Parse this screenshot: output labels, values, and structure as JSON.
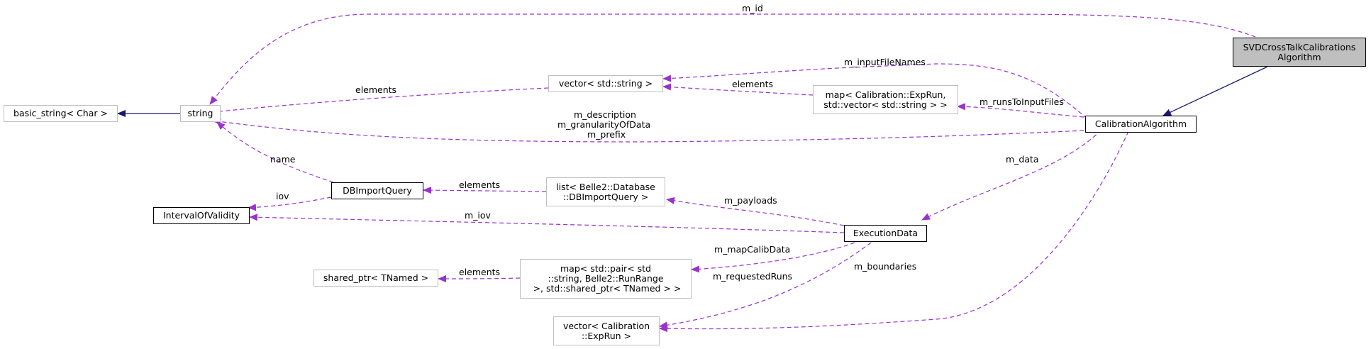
{
  "diagram": {
    "nodes": {
      "svd": {
        "lines": [
          "SVDCrossTalkCalibrations",
          "Algorithm"
        ]
      },
      "calib": {
        "lines": [
          "CalibrationAlgorithm"
        ]
      },
      "basic": {
        "lines": [
          "basic_string< Char >"
        ]
      },
      "string": {
        "lines": [
          "string"
        ]
      },
      "vecstr": {
        "lines": [
          "vector< std::string >"
        ]
      },
      "mapexp": {
        "lines": [
          "map< Calibration::ExpRun,",
          "std::vector< std::string > >"
        ]
      },
      "interval": {
        "lines": [
          "IntervalOfValidity"
        ]
      },
      "dbq": {
        "lines": [
          "DBImportQuery"
        ]
      },
      "listdb": {
        "lines": [
          "list< Belle2::Database",
          "::DBImportQuery >"
        ]
      },
      "exec": {
        "lines": [
          "ExecutionData"
        ]
      },
      "shared": {
        "lines": [
          "shared_ptr< TNamed >"
        ]
      },
      "mappair": {
        "lines": [
          "map< std::pair< std",
          "::string, Belle2::RunRange",
          " >, std::shared_ptr< TNamed > >"
        ]
      },
      "vecexp": {
        "lines": [
          "vector< Calibration",
          "::ExpRun >"
        ]
      }
    },
    "edge_labels": {
      "m_id": "m_id",
      "m_inputFileNames": "m_inputFileNames",
      "elements_vec_string": "elements",
      "elements_map_vec": "elements",
      "m_runsToInputFiles": "m_runsToInputFiles",
      "m_description": "m_description",
      "m_granularityOfData": "m_granularityOfData",
      "m_prefix": "m_prefix",
      "name": "name",
      "iov": "iov",
      "elements_list_dbq": "elements",
      "m_payloads": "m_payloads",
      "m_iov": "m_iov",
      "m_data": "m_data",
      "m_mapCalibData": "m_mapCalibData",
      "elements_map_shared": "elements",
      "m_requestedRuns": "m_requestedRuns",
      "m_boundaries": "m_boundaries"
    },
    "colors": {
      "inheritance": "#191970",
      "usage": "#9a32cd",
      "gray_border": "#bfbfbf",
      "highlight_fill": "#bfbfbf"
    }
  }
}
